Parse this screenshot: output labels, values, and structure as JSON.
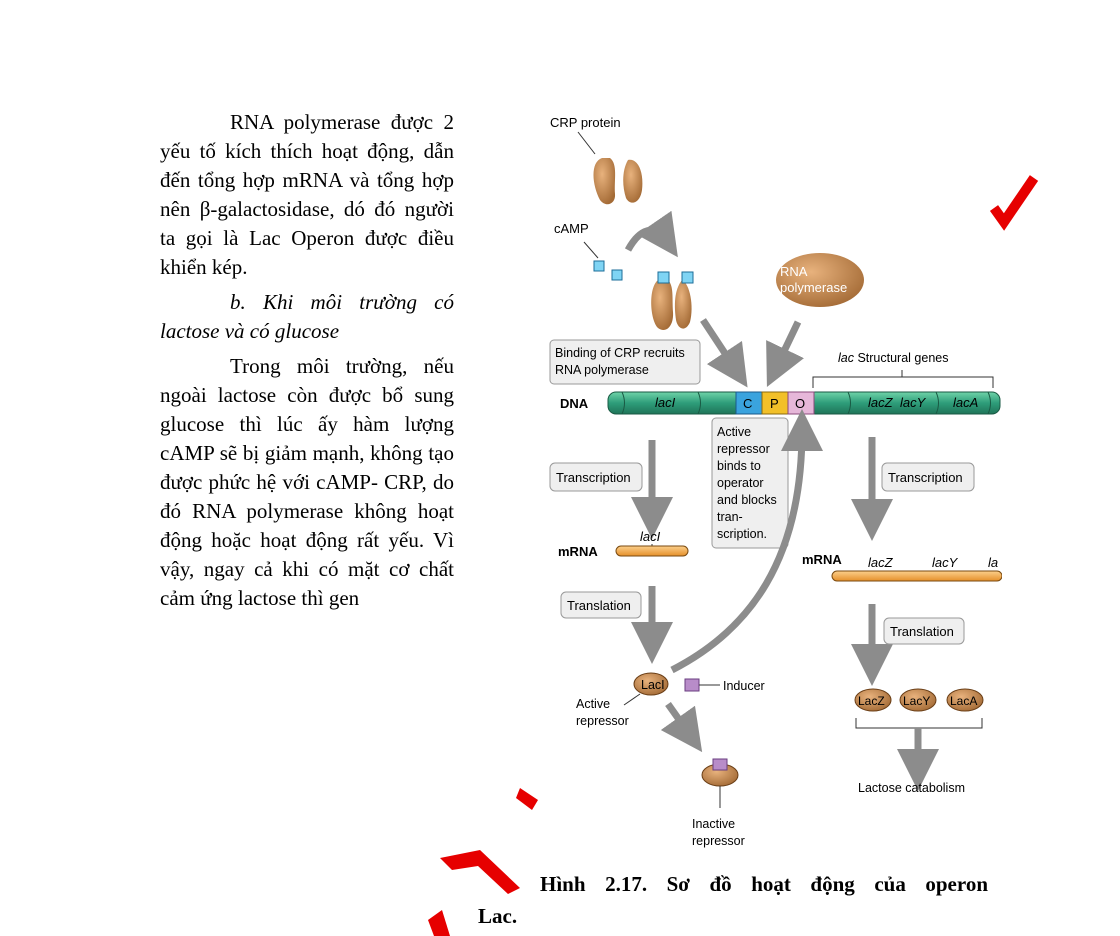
{
  "left_text": {
    "para1": "RNA polymerase được 2 yếu tố kích thích hoạt động, dẫn đến tổng hợp mRNA và tổng hợp nên β-galactosidase, dó đó người ta gọi là Lac Operon được điều khiển kép.",
    "heading": "b. Khi môi trường có lactose và có glucose",
    "para2": "Trong môi trường, nếu ngoài lactose còn được bổ sung glucose thì lúc ấy hàm lượng cAMP sẽ bị giảm mạnh, không tạo được phức hệ với cAMP- CRP, do đó RNA polymerase không hoạt động hoặc hoạt động rất yếu. Vì vậy, ngay cả khi có mặt cơ chất cảm ứng lactose thì gen"
  },
  "figure": {
    "crp_protein": "CRP protein",
    "camp": "cAMP",
    "rna_polymerase_line1": "RNA",
    "rna_polymerase_line2": "polymerase",
    "binding_line1": "Binding of CRP recruits",
    "binding_line2": "RNA polymerase",
    "structural_genes_italic": "lac",
    "structural_genes_rest": " Structural genes",
    "dna": "DNA",
    "lacI_gene": "lacI",
    "c_site": "C",
    "p_site": "P",
    "o_site": "O",
    "lacZ_gene": "lacZ",
    "lacY_gene": "lacY",
    "lacA_gene": "lacA",
    "repressor_note": [
      "Active",
      "repressor",
      "binds to",
      "operator",
      "and blocks",
      "tran-",
      "scription."
    ],
    "transcription_left": "Transcription",
    "transcription_right": "Transcription",
    "mrna_left": "mRNA",
    "mrna_left_gene": "lacI",
    "mrna_right": "mRNA",
    "mrna_right_genes": [
      "lacZ",
      "lacY",
      "la"
    ],
    "translation_left": "Translation",
    "translation_right": "Translation",
    "laci_protein": "LacI",
    "inducer": "Inducer",
    "active_repressor_line1": "Active",
    "active_repressor_line2": "repressor",
    "inactive_repressor_line1": "Inactive",
    "inactive_repressor_line2": "repressor",
    "protein_lacz": "LacZ",
    "protein_lacy": "LacY",
    "protein_laca": "LacA",
    "lactose_catabolism": "Lactose catabolism"
  },
  "caption": {
    "line1": "Hình 2.17. Sơ đồ hoạt động của operon",
    "line2": "Lac."
  },
  "colors": {
    "dna_green": "#2e9d7a",
    "crp_brown": "#b9824f",
    "arrow_gray": "#8c8c8c",
    "c_blue": "#3aa3de",
    "p_yellow": "#f2c029",
    "o_pink": "#e6b7d9",
    "mrna_orange": "#f5a94c",
    "inducer_purple": "#b88cc9",
    "watermark_red": "#e60000"
  }
}
